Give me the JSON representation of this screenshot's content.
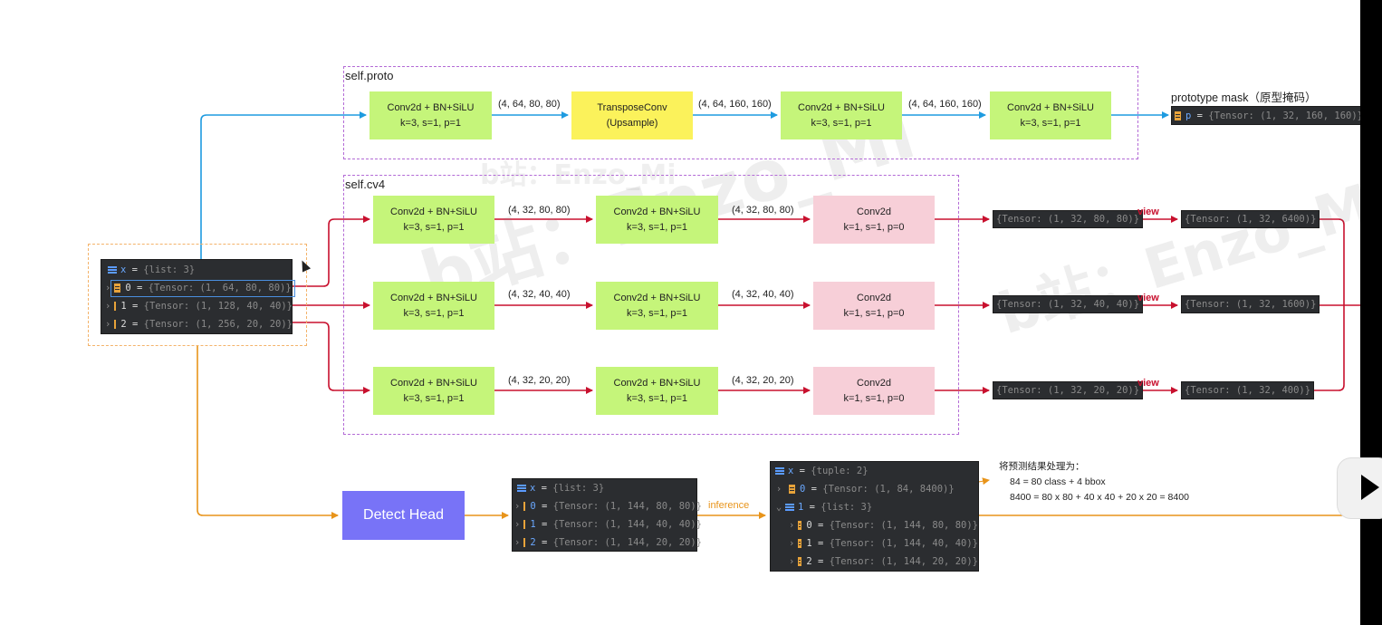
{
  "watermark": "b站：Enzo_Mi",
  "groups": {
    "proto": "self.proto",
    "cv4": "self.cv4"
  },
  "proto": {
    "blocks": [
      {
        "l1": "Conv2d + BN+SiLU",
        "l2": "k=3, s=1, p=1"
      },
      {
        "l1": "TransposeConv",
        "l2": "(Upsample)"
      },
      {
        "l1": "Conv2d + BN+SiLU",
        "l2": "k=3, s=1, p=1"
      },
      {
        "l1": "Conv2d + BN+SiLU",
        "l2": "k=3, s=1, p=1"
      }
    ],
    "edges": [
      "(4, 64, 80, 80)",
      "(4, 64, 160, 160)",
      "(4, 64, 160, 160)"
    ],
    "output_title": "prototype mask（原型掩码）",
    "output_name": "p",
    "output_value": "{Tensor: (1, 32, 160, 160)}"
  },
  "cv4": {
    "rows": [
      {
        "b1": {
          "l1": "Conv2d + BN+SiLU",
          "l2": "k=3, s=1, p=1"
        },
        "e1": "(4, 32, 80, 80)",
        "b2": {
          "l1": "Conv2d + BN+SiLU",
          "l2": "k=3, s=1, p=1"
        },
        "e2": "(4, 32, 80, 80)",
        "b3": {
          "l1": "Conv2d",
          "l2": "k=1, s=1, p=0"
        },
        "out": "{Tensor: (1, 32, 80, 80)}",
        "op": "view",
        "view": "{Tensor: (1, 32, 6400)}"
      },
      {
        "b1": {
          "l1": "Conv2d + BN+SiLU",
          "l2": "k=3, s=1, p=1"
        },
        "e1": "(4, 32, 40, 40)",
        "b2": {
          "l1": "Conv2d + BN+SiLU",
          "l2": "k=3, s=1, p=1"
        },
        "e2": "(4, 32, 40, 40)",
        "b3": {
          "l1": "Conv2d",
          "l2": "k=1, s=1, p=0"
        },
        "out": "{Tensor: (1, 32, 40, 40)}",
        "op": "view",
        "view": "{Tensor: (1, 32, 1600)}"
      },
      {
        "b1": {
          "l1": "Conv2d + BN+SiLU",
          "l2": "k=3, s=1, p=1"
        },
        "e1": "(4, 32, 20, 20)",
        "b2": {
          "l1": "Conv2d + BN+SiLU",
          "l2": "k=3, s=1, p=1"
        },
        "e2": "(4, 32, 20, 20)",
        "b3": {
          "l1": "Conv2d",
          "l2": "k=1, s=1, p=0"
        },
        "out": "{Tensor: (1, 32, 20, 20)}",
        "op": "view",
        "view": "{Tensor: (1, 32, 400)}"
      }
    ]
  },
  "input": {
    "header": {
      "name": "x",
      "value": "{list: 3}"
    },
    "items": [
      {
        "idx": "0",
        "value": "{Tensor: (1, 64, 80, 80)}"
      },
      {
        "idx": "1",
        "value": "{Tensor: (1, 128, 40, 40)}"
      },
      {
        "idx": "2",
        "value": "{Tensor: (1, 256, 20, 20)}"
      }
    ]
  },
  "detect": {
    "label": "Detect Head"
  },
  "detect_out": {
    "header": {
      "name": "x",
      "value": "{list: 3}"
    },
    "items": [
      {
        "idx": "0",
        "value": "{Tensor: (1, 144, 80, 80)}"
      },
      {
        "idx": "1",
        "value": "{Tensor: (1, 144, 40, 40)}"
      },
      {
        "idx": "2",
        "value": "{Tensor: (1, 144, 20, 20)}"
      }
    ]
  },
  "inference_label": "inference",
  "tuple_out": {
    "header": {
      "name": "x",
      "value": "{tuple: 2}"
    },
    "item0": {
      "idx": "0",
      "value": "{Tensor: (1, 84, 8400)}"
    },
    "item1": {
      "idx": "1",
      "value": "{list: 3}"
    },
    "sub": [
      {
        "idx": "0",
        "value": "{Tensor: (1, 144, 80, 80)}"
      },
      {
        "idx": "1",
        "value": "{Tensor: (1, 144, 40, 40)}"
      },
      {
        "idx": "2",
        "value": "{Tensor: (1, 144, 20, 20)}"
      }
    ]
  },
  "note": {
    "title": "将预测结果处理为：",
    "line1": "84 = 80 class + 4 bbox",
    "line2": "8400 = 80 x 80 + 40 x 40 + 20 x 20 = 8400"
  },
  "colors": {
    "proto_wire": "#1e9be0",
    "cv4_wire": "#c8102e",
    "head_wire": "#e8941a"
  }
}
